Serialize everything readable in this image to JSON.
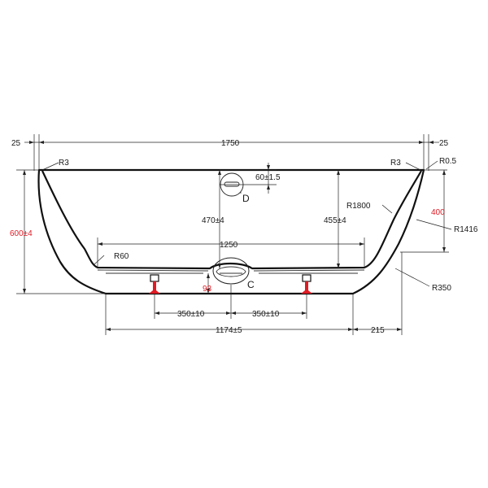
{
  "dimensions": {
    "left_rim": "25",
    "overall_length": "1750",
    "right_rim": "25",
    "radius_r3_left": "R3",
    "radius_r3_right": "R3",
    "radius_r05": "R0.5",
    "overflow_offset": "60±1.5",
    "overflow_label": "D",
    "drain_depth": "470±4",
    "inner_depth": "455±4",
    "radius_r1800": "R1800",
    "back_height": "400",
    "radius_r1416": "R1416",
    "total_height": "600±4",
    "inner_length": "1250",
    "radius_r60": "R60",
    "drain_label": "C",
    "drain_height": "93",
    "radius_r350": "R350",
    "foot_left": "350±10",
    "foot_right": "350±10",
    "base_length": "1174±5",
    "base_right_offset": "215"
  },
  "colors": {
    "line": "#111111",
    "red_dimension": "#e01b24",
    "foot": "#e01b24"
  }
}
